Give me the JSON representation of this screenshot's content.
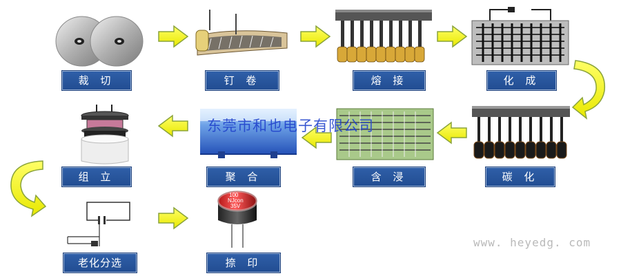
{
  "steps": [
    {
      "id": "cutting",
      "label": "裁 切"
    },
    {
      "id": "winding",
      "label": "钉 卷"
    },
    {
      "id": "welding",
      "label": "熔 接"
    },
    {
      "id": "formation",
      "label": "化 成"
    },
    {
      "id": "carbonization",
      "label": "碳 化"
    },
    {
      "id": "impregnation",
      "label": "含 浸"
    },
    {
      "id": "polymerization",
      "label": "聚 合"
    },
    {
      "id": "assembly",
      "label": "组 立"
    },
    {
      "id": "aging",
      "label": "老化分选"
    },
    {
      "id": "printing",
      "label": "捺 印"
    }
  ],
  "capacitor_marking": {
    "line1": "100",
    "line2": "NJcon",
    "line3": "35V"
  },
  "watermark": "东莞市和也电子有限公司",
  "website": "www. heyedg. com",
  "colors": {
    "label_bg": "#2a579c",
    "arrow_fill": "#ffff00",
    "arrow_stroke": "#8aa33a"
  }
}
